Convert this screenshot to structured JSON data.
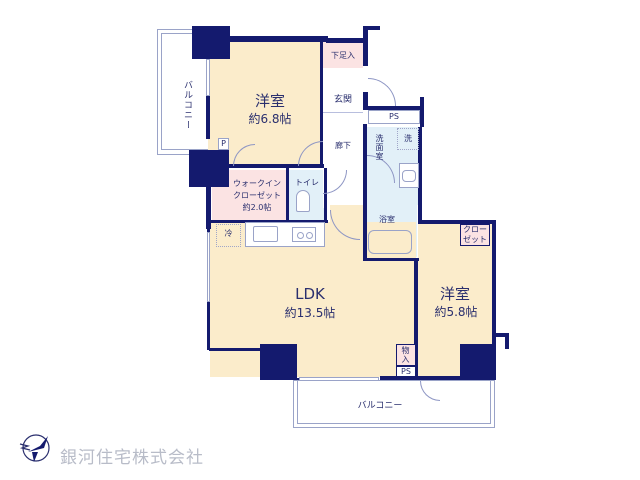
{
  "floorplan": {
    "rooms": {
      "western_room_1": {
        "name": "洋室",
        "area": "約6.8帖"
      },
      "walk_in_closet": {
        "name_line1": "ウォークイン",
        "name_line2": "クローゼット",
        "area": "約2.0帖"
      },
      "toilet": {
        "name": "トイレ"
      },
      "shoe_storage": {
        "name": "下足入"
      },
      "entrance": {
        "name": "玄関"
      },
      "hallway": {
        "name": "廊下"
      },
      "washroom": {
        "name": "洗面室"
      },
      "washer": {
        "name": "洗"
      },
      "bathroom": {
        "name": "浴室"
      },
      "ldk": {
        "name": "LDK",
        "area": "約13.5帖"
      },
      "western_room_2": {
        "name": "洋室",
        "area": "約5.8帖"
      },
      "closet": {
        "name_line1": "クロー",
        "name_line2": "ゼット"
      },
      "storage": {
        "name": "物入"
      },
      "fridge": {
        "name": "冷"
      },
      "ps_top": {
        "name": "PS"
      },
      "ps_bottom": {
        "name": "PS"
      },
      "pipe_space_small": {
        "name": "P"
      },
      "balcony_left": {
        "name": "バルコニー"
      },
      "balcony_bottom": {
        "name": "バルコニー"
      }
    },
    "colors": {
      "wall": "#141a6e",
      "living_floor": "#fbeccb",
      "closet_floor": "#fbe3e3",
      "wet_area_floor": "#e2f0f8",
      "text": "#2a2f6e"
    }
  },
  "company": {
    "name": "銀河住宅株式会社",
    "logo": "bird-logo-icon"
  }
}
